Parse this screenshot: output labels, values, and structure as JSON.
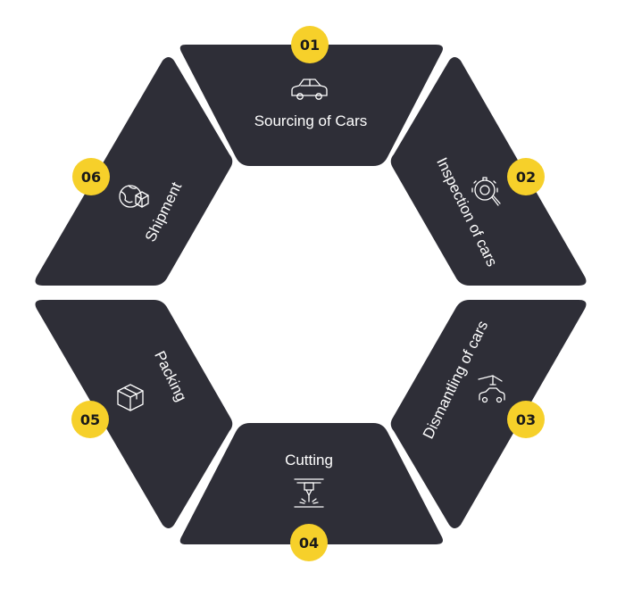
{
  "diagram": {
    "steps": [
      {
        "number": "01",
        "label": "Sourcing of Cars",
        "icon": "car-icon"
      },
      {
        "number": "02",
        "label": "Inspection of cars",
        "icon": "inspection-gear-icon"
      },
      {
        "number": "03",
        "label": "Dismantling of cars",
        "icon": "crane-car-icon"
      },
      {
        "number": "04",
        "label": "Cutting",
        "icon": "laser-cutter-icon"
      },
      {
        "number": "05",
        "label": "Packing",
        "icon": "box-icon"
      },
      {
        "number": "06",
        "label": "Shipment",
        "icon": "globe-box-icon"
      }
    ],
    "colors": {
      "segment": "#2e2e37",
      "badge": "#f6d02a",
      "badge_text": "#1a1a1a",
      "label": "#ffffff",
      "background": "#ffffff"
    }
  }
}
